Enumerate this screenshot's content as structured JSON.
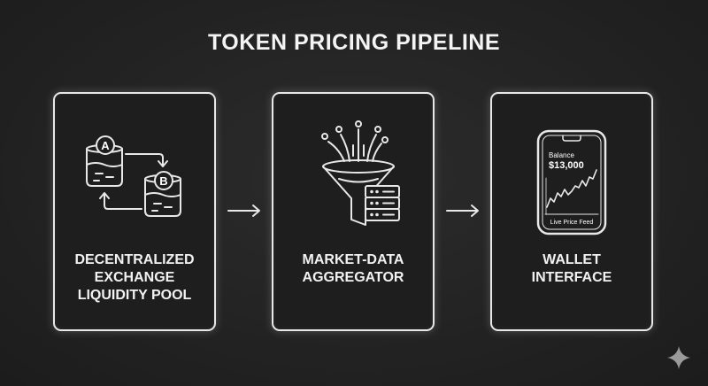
{
  "title": "TOKEN PRICING PIPELINE",
  "stages": [
    {
      "label": "DECENTRALIZED\nEXCHANGE\nLIQUIDITY POOL",
      "icon": "liquidity-pool-icon",
      "pool_a_label": "A",
      "pool_b_label": "B"
    },
    {
      "label": "MARKET-DATA\nAGGREGATOR",
      "icon": "funnel-server-icon"
    },
    {
      "label": "WALLET\nINTERFACE",
      "icon": "phone-wallet-icon",
      "balance_label": "Balance",
      "balance_value": "$13,000",
      "feed_label": "Live Price Feed"
    }
  ],
  "connectors": [
    "arrow-right-icon",
    "arrow-right-icon"
  ],
  "colors": {
    "background": "#232323",
    "stroke": "#e8e8e8",
    "text": "#f4f4f4"
  }
}
